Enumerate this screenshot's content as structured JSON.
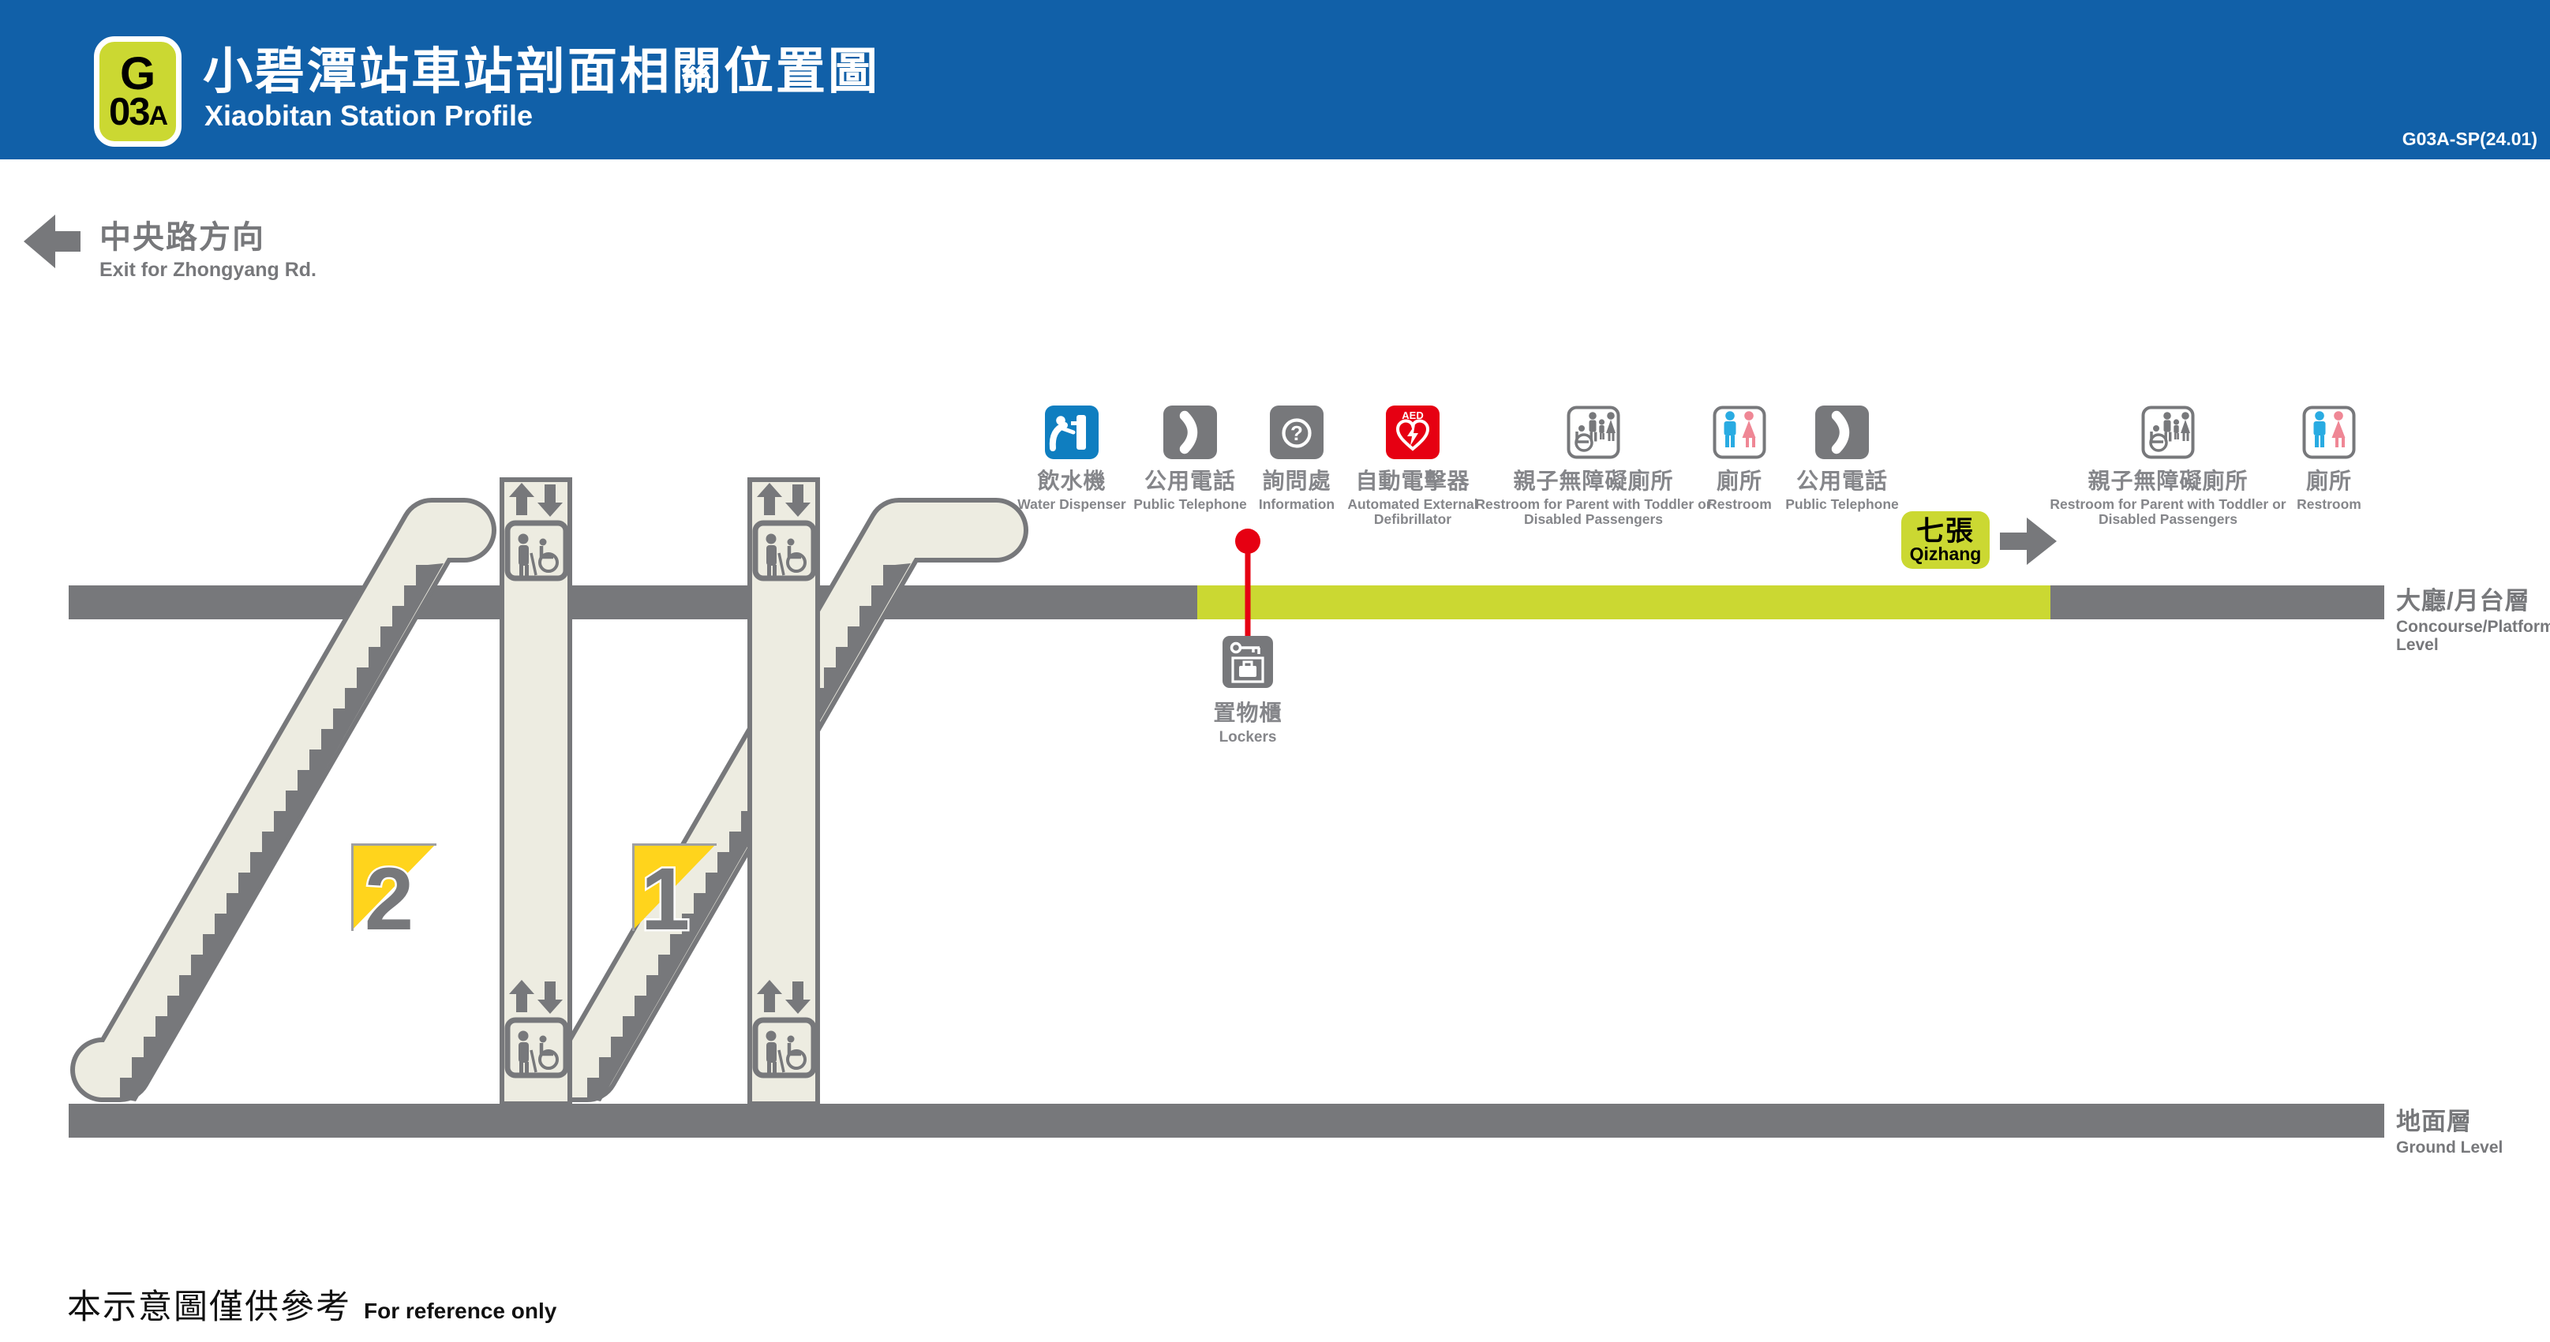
{
  "header": {
    "line_code": "G",
    "station_code": "03A",
    "station_code_suffix": "A",
    "station_code_num": "03",
    "title_zh": "小碧潭站車站剖面相關位置圖",
    "title_en": "Xiaobitan Station Profile",
    "doc_code": "G03A-SP(24.01)"
  },
  "direction": {
    "zh": "中央路方向",
    "en": "Exit for Zhongyang Rd."
  },
  "next_station": {
    "zh": "七張",
    "en": "Qizhang"
  },
  "legend": {
    "items": [
      {
        "zh": "飲水機",
        "en": "Water Dispenser"
      },
      {
        "zh": "公用電話",
        "en": "Public Telephone"
      },
      {
        "zh": "詢問處",
        "en": "Information"
      },
      {
        "zh": "自動電擊器",
        "en": "Automated External Defibrillator"
      },
      {
        "zh": "親子無障礙廁所",
        "en": "Restroom for Parent with Toddler or Disabled Passengers"
      },
      {
        "zh": "廁所",
        "en": "Restroom"
      },
      {
        "zh": "公用電話",
        "en": "Public Telephone"
      },
      {
        "zh": "親子無障礙廁所",
        "en": "Restroom for Parent with Toddler or Disabled Passengers"
      },
      {
        "zh": "廁所",
        "en": "Restroom"
      }
    ]
  },
  "lockers": {
    "zh": "置物櫃",
    "en": "Lockers"
  },
  "levels": {
    "concourse_zh": "大廳/月台層",
    "concourse_en_line1": "Concourse/Platform",
    "concourse_en_line2": "Level",
    "ground_zh": "地面層",
    "ground_en": "Ground Level"
  },
  "platforms": {
    "p2": "2",
    "p1": "1"
  },
  "aed_icon_text": "AED",
  "info_icon_text": "?",
  "footnote": {
    "zh": "本示意圖僅供參考",
    "en": "For reference only"
  },
  "colors": {
    "header_blue": "#1160A8",
    "line_yellow_green": "#CBD832",
    "structure_gray": "#77787B",
    "escalator_cream": "#EDECE1",
    "accent_red": "#E60012",
    "flag_yellow": "#FFD41C",
    "male_blue": "#29ABE2",
    "female_pink": "#EF8795",
    "water_dispenser_blue": "#0F7EC0",
    "label_gray": "#85868A"
  }
}
